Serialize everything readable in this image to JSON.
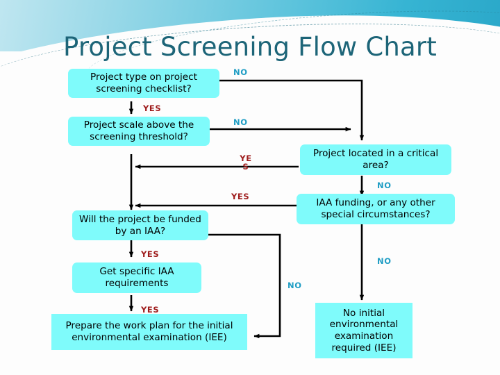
{
  "slide": {
    "title": "Project Screening Flow Chart",
    "title_color": "#1d6578",
    "box_fill": "#7ffbfb",
    "no_label_color": "#1f9dc4",
    "yes_label_color": "#9e1b1b"
  },
  "nodes": {
    "project_type": "Project type on project screening checklist?",
    "project_scale": "Project scale above the screening threshold?",
    "critical_area": "Project located in a critical area?",
    "iaa_funding": "IAA funding, or any other special circumstances?",
    "funded_by_iaa": "Will the project be funded by an IAA?",
    "get_requirements": "Get specific IAA requirements",
    "prepare_workplan": "Prepare the work plan for the initial environmental examination (IEE)",
    "no_iee_required": "No initial environmental examination required (IEE)"
  },
  "edge_labels": {
    "type_no": "NO",
    "type_yes": "YES",
    "scale_no": "NO",
    "critical_yes": "YE\nS",
    "critical_no": "NO",
    "iaa_yes": "YES",
    "iaa_no": "NO",
    "funded_yes": "YES",
    "funded_no": "NO",
    "requirements_yes": "YES"
  }
}
